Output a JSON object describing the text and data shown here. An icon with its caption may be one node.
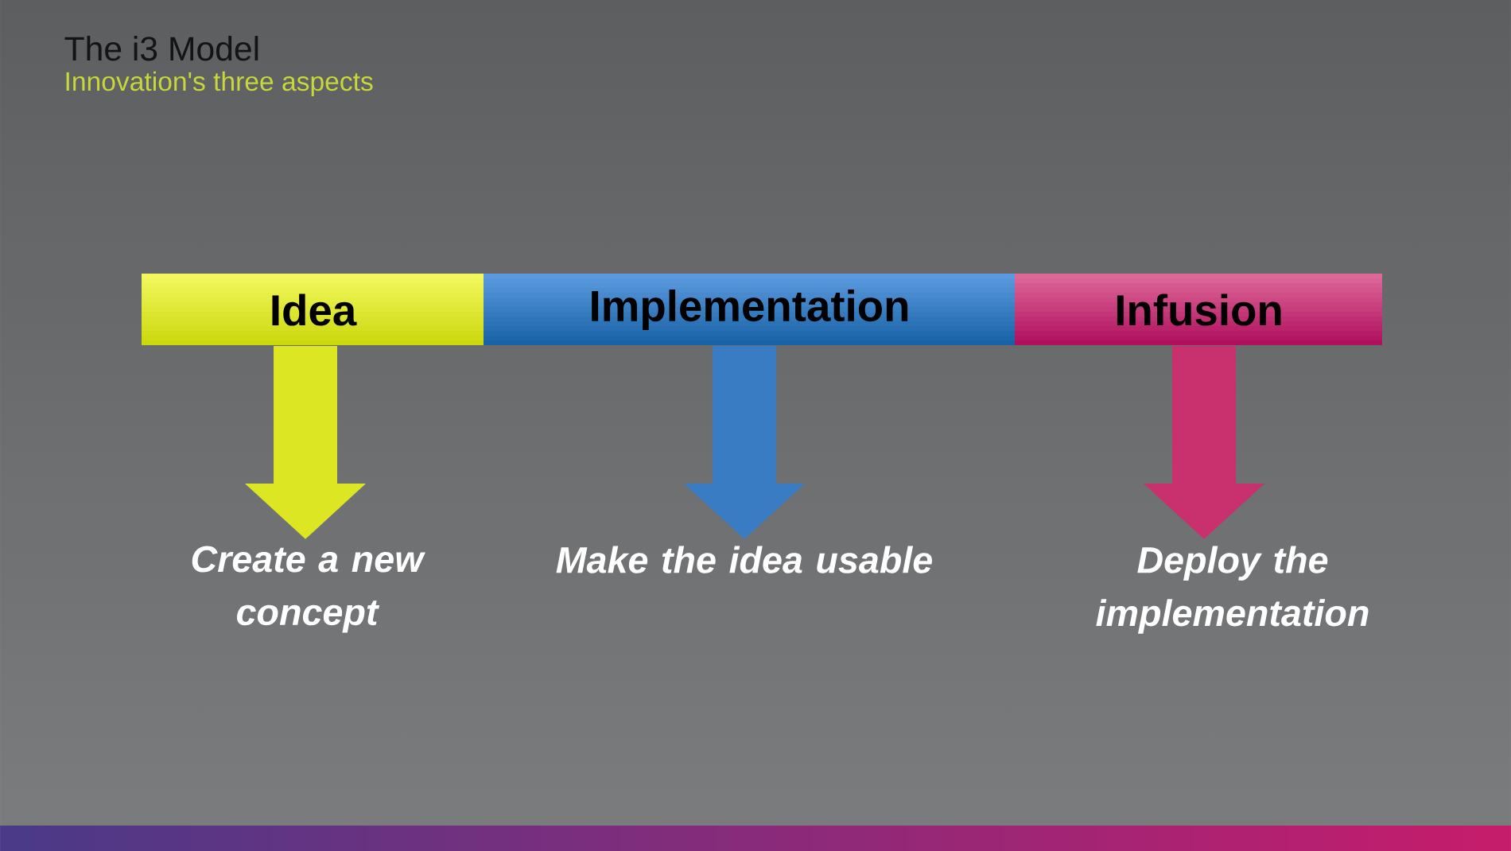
{
  "diagram": {
    "title": "The i3 Model",
    "nodes": [
      {
        "text": [
          "Idea"
        ]
      },
      {
        "text": [
          "Implementation"
        ]
      },
      {
        "text": [
          "Infusion"
        ]
      },
      {
        "text": [
          "Create a new concept"
        ]
      },
      {
        "text": [
          "Make the idea usable"
        ]
      },
      {
        "text": [
          "Deploy the implementation"
        ]
      }
    ],
    "edges": [
      {
        "from": 0,
        "to": 3,
        "arrow": "to",
        "color": "#dce622"
      },
      {
        "from": 1,
        "to": 4,
        "arrow": "to",
        "color": "#3a7cc4"
      },
      {
        "from": 2,
        "to": 5,
        "arrow": "to",
        "color": "#c8306e"
      }
    ],
    "labels": [
      "Innovation's three aspects"
    ]
  }
}
